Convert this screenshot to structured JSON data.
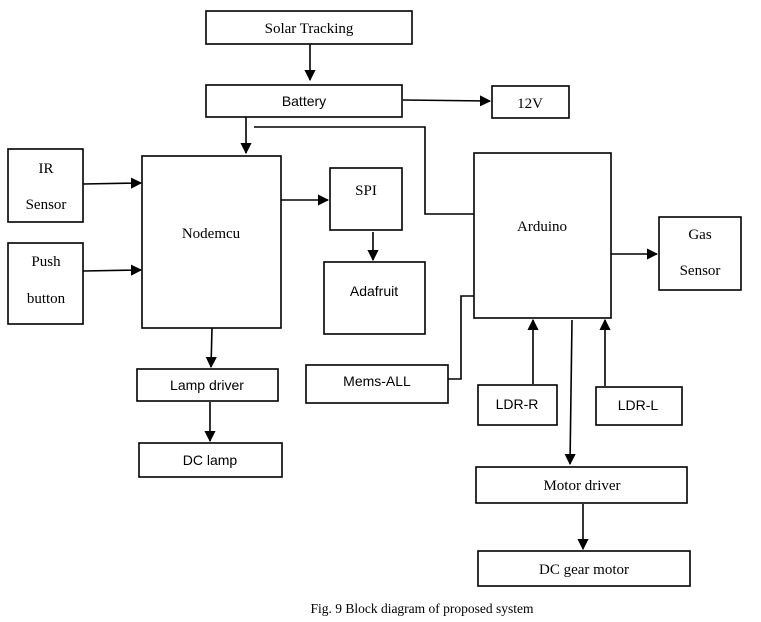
{
  "blocks": {
    "solar_tracking": "Solar Tracking",
    "battery": "Battery",
    "v12": "12V",
    "ir_sensor": [
      "IR",
      "Sensor"
    ],
    "push_button": [
      "Push",
      "button"
    ],
    "nodemcu": "Nodemcu",
    "spi": "SPI",
    "adafruit": "Adafruit",
    "arduino": "Arduino",
    "gas_sensor": [
      "Gas",
      "Sensor"
    ],
    "mems_all": "Mems-ALL",
    "ldr_r": "LDR-R",
    "ldr_l": "LDR-L",
    "lamp_driver": "Lamp driver",
    "dc_lamp": "DC lamp",
    "motor_driver": "Motor driver",
    "dc_gear_motor": "DC gear motor"
  },
  "caption": "Fig. 9 Block diagram of proposed system"
}
